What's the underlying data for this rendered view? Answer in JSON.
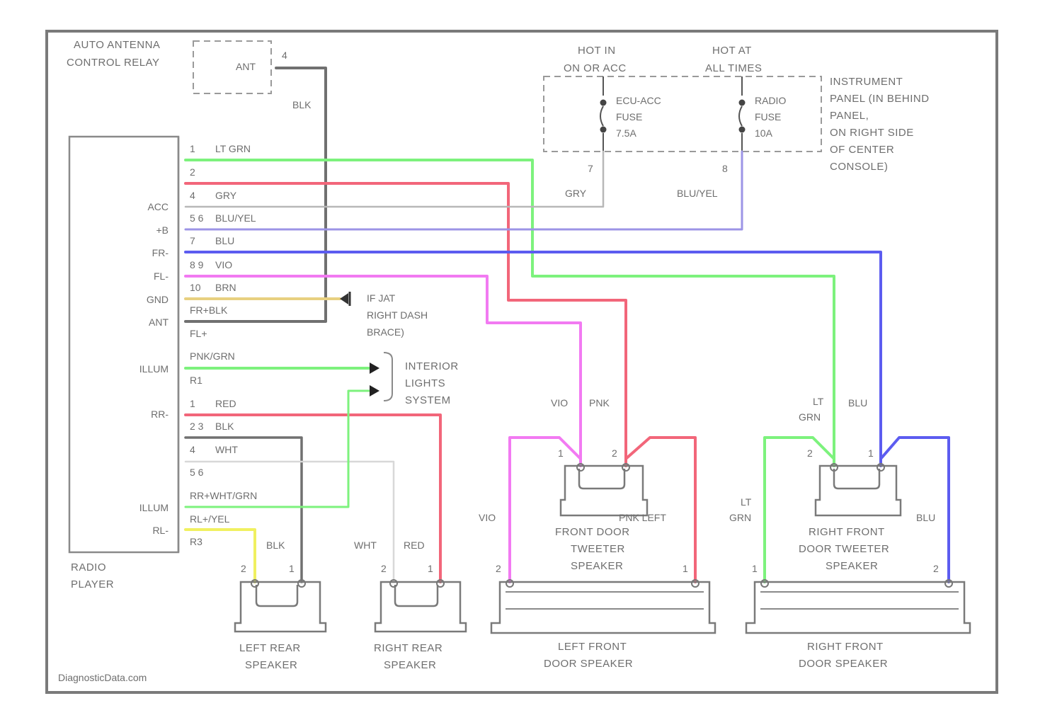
{
  "colors": {
    "lt_grn": "#7df27d",
    "red": "#f2667a",
    "gry": "#b8b8b8",
    "blu_yel": "#9c94e6",
    "blu": "#5c5cf0",
    "vio": "#f27af2",
    "brn": "#e8d080",
    "blk": "#707070",
    "yel": "#f0f060",
    "wht": "#d8d8d8",
    "frame": "#7a7a7a"
  },
  "relay": {
    "line1": "AUTO ANTENNA",
    "line2": "CONTROL RELAY",
    "pin_label": "ANT",
    "pin": "4",
    "wire": "BLK"
  },
  "radio": {
    "title1": "RADIO",
    "title2": "PLAYER",
    "side_labels": [
      "ACC",
      "+B",
      "FR-",
      "FL-",
      "GND",
      "ANT",
      "ILLUM",
      "RR-",
      "ILLUM",
      "RL-"
    ],
    "pins": [
      {
        "pin": "1",
        "wire": "LT GRN"
      },
      {
        "pin": "2",
        "wire": ""
      },
      {
        "pin": "4",
        "wire": "GRY"
      },
      {
        "pin": "5 6",
        "wire": "BLU/YEL"
      },
      {
        "pin": "7",
        "wire": "BLU"
      },
      {
        "pin": "8 9",
        "wire": "VIO"
      },
      {
        "pin": "10",
        "wire": "BRN"
      },
      {
        "pin": "",
        "wire": "FR+BLK"
      },
      {
        "pin": "",
        "wire": "FL+"
      },
      {
        "pin": "",
        "wire": "PNK/GRN"
      },
      {
        "pin": "",
        "wire": "R1"
      },
      {
        "pin": "1",
        "wire": "RED"
      },
      {
        "pin": "2 3",
        "wire": "BLK"
      },
      {
        "pin": "4",
        "wire": "WHT"
      },
      {
        "pin": "5 6",
        "wire": ""
      },
      {
        "pin": "",
        "wire": "RR+WHT/GRN"
      },
      {
        "pin": "",
        "wire": "RL+/YEL"
      },
      {
        "pin": "",
        "wire": "R3"
      }
    ]
  },
  "ground": {
    "line1": "IF JAT",
    "line2": "RIGHT DASH",
    "line3": "BRACE)"
  },
  "interior": {
    "line1": "INTERIOR",
    "line2": "LIGHTS",
    "line3": "SYSTEM"
  },
  "hot": {
    "acc_line1": "HOT IN",
    "acc_line2": "ON OR ACC",
    "all_line1": "HOT AT",
    "all_line2": "ALL TIMES",
    "fuse1_line1": "ECU-ACC",
    "fuse1_line2": "FUSE",
    "fuse1_line3": "7.5A",
    "fuse2_line1": "RADIO",
    "fuse2_line2": "FUSE",
    "fuse2_line3": "10A",
    "fuse1_pin": "7",
    "fuse2_pin": "8",
    "fuse1_wire": "GRY",
    "fuse2_wire": "BLU/YEL"
  },
  "panel": {
    "lines": [
      "INSTRUMENT",
      "PANEL (IN BEHIND",
      "PANEL,",
      "ON RIGHT SIDE",
      "OF CENTER",
      "CONSOLE)"
    ]
  },
  "speakers": {
    "lr": {
      "line1": "LEFT REAR",
      "line2": "SPEAKER",
      "pin_left": "2",
      "pin_right": "1",
      "wire": "BLK"
    },
    "rr": {
      "line1": "RIGHT REAR",
      "line2": "SPEAKER",
      "pin_left": "2",
      "pin_right": "1",
      "wire_left": "WHT",
      "wire_right": "RED"
    },
    "lf_tw": {
      "line1": "FRONT DOOR",
      "line2": "TWEETER",
      "line3": "SPEAKER",
      "tag": "PNK LEFT",
      "pin_left": "1",
      "pin_right": "2",
      "wire_left": "VIO",
      "wire_right": "PNK"
    },
    "rf_tw": {
      "line1": "RIGHT FRONT",
      "line2": "DOOR TWEETER",
      "line3": "SPEAKER",
      "pin_left": "2",
      "pin_right": "1",
      "wire_left1": "LT",
      "wire_left2": "GRN",
      "wire_right": "BLU"
    },
    "lf": {
      "line1": "LEFT FRONT",
      "line2": "DOOR SPEAKER",
      "pin_left": "2",
      "pin_right": "1",
      "wire_left": "VIO"
    },
    "rf": {
      "line1": "RIGHT FRONT",
      "line2": "DOOR SPEAKER",
      "pin_left": "1",
      "pin_right": "2",
      "wire_left1": "LT",
      "wire_left2": "GRN",
      "wire_right": "BLU"
    }
  },
  "watermark": "DiagnosticData.com"
}
